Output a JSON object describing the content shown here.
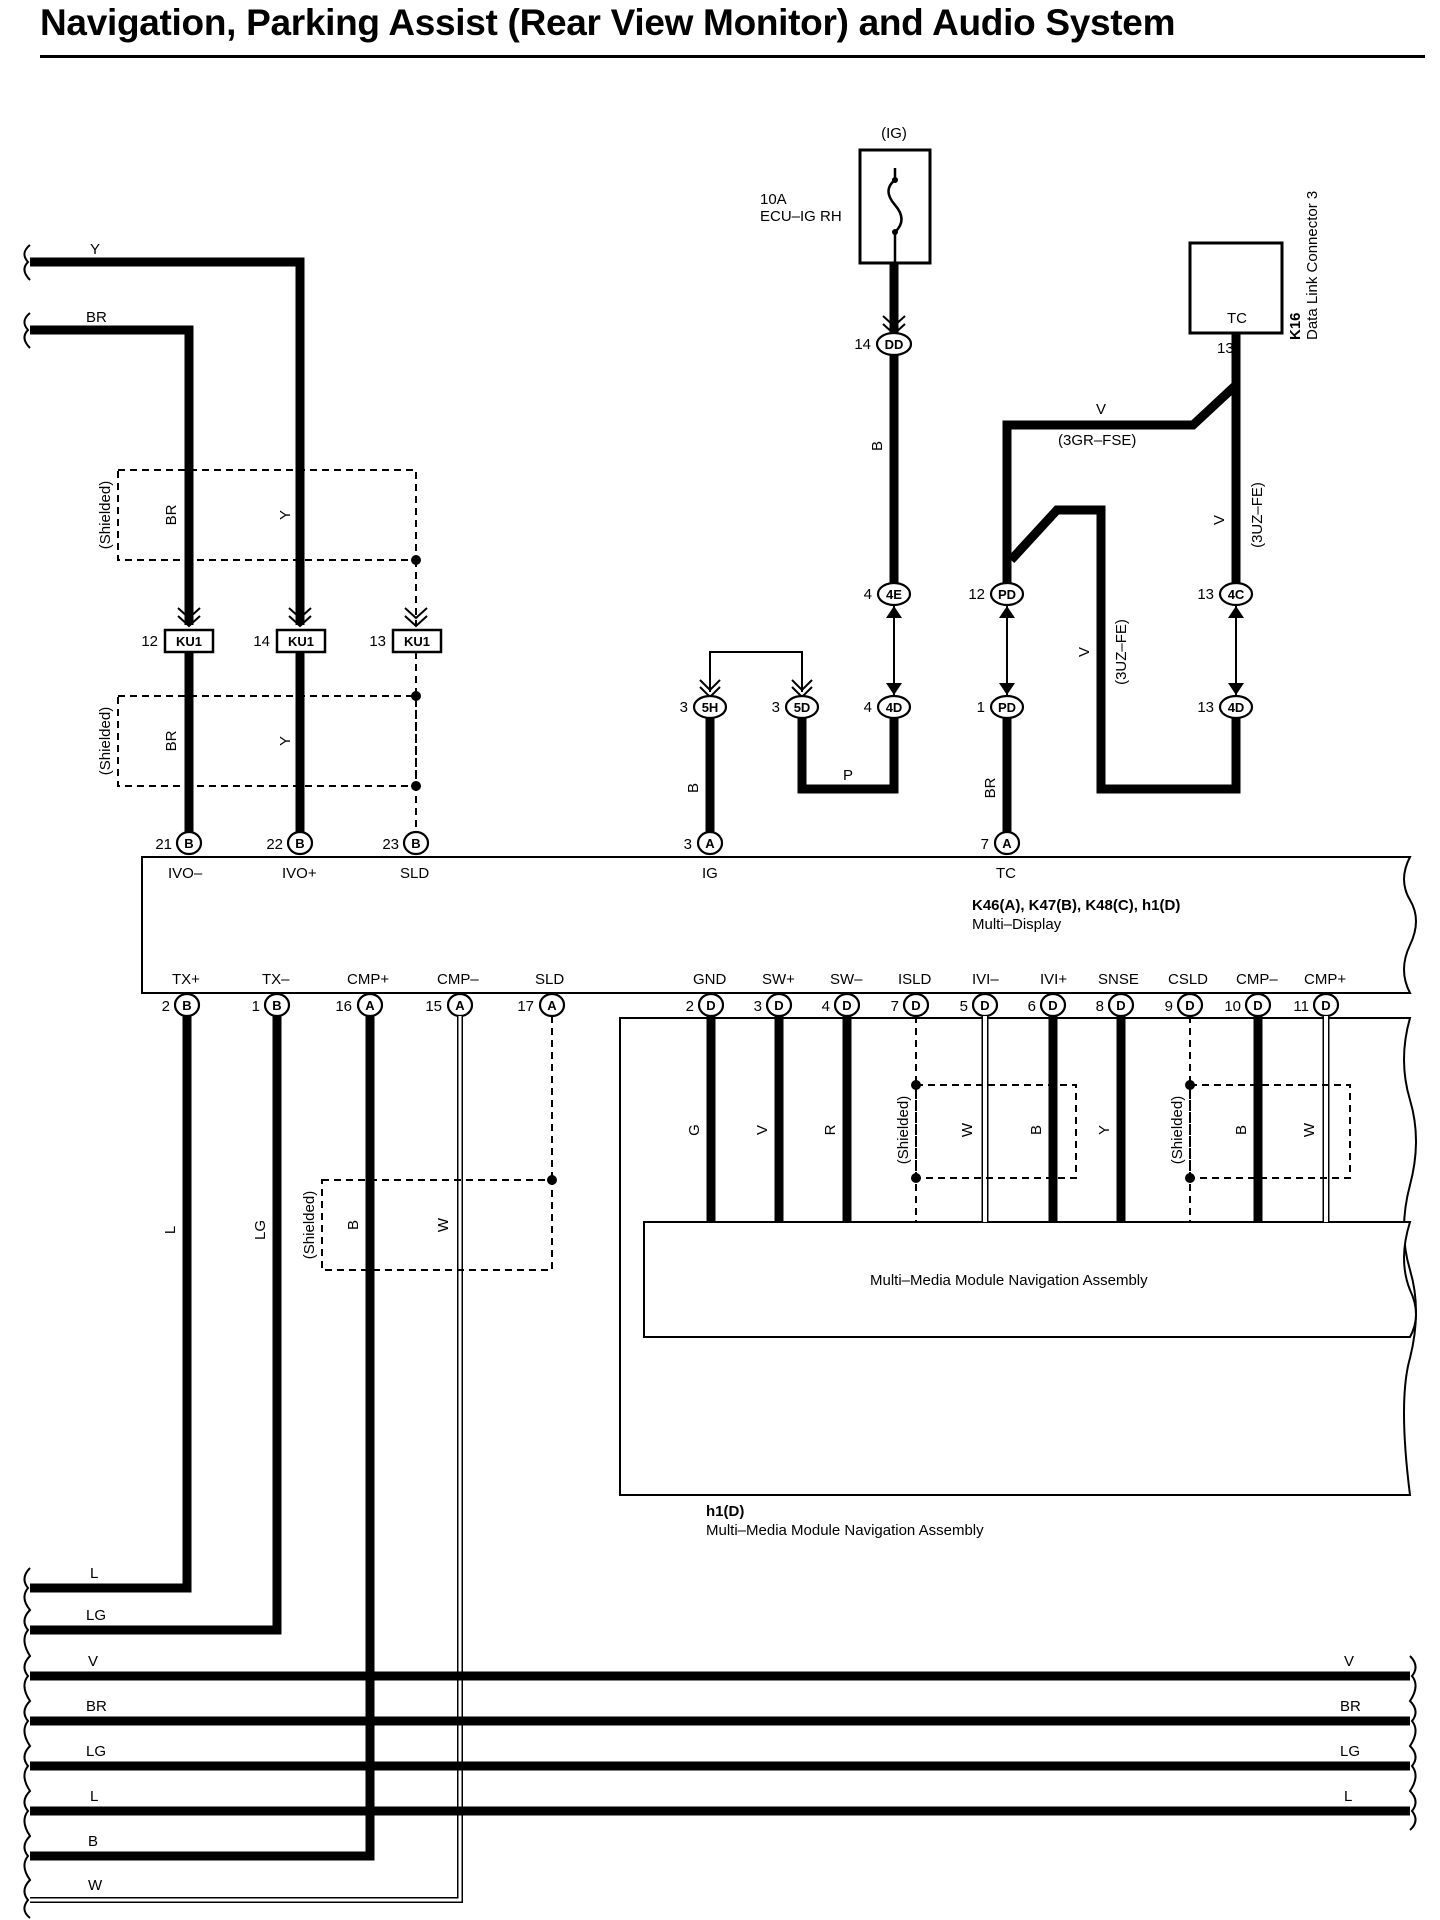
{
  "title": "Navigation, Parking Assist (Rear View Monitor) and Audio System",
  "fuse": {
    "rail": "(IG)",
    "rating": "10A",
    "name": "ECU–IG RH"
  },
  "dlc": {
    "pin_label": "TC",
    "pin_no": "13",
    "ref": "K16",
    "name": "Data Link Connector 3"
  },
  "shielded_label": "(Shielded)",
  "wire_colors": {
    "y": "Y",
    "br": "BR",
    "b": "B",
    "p": "P",
    "v": "V",
    "l": "L",
    "lg": "LG",
    "w": "W",
    "g": "G",
    "r": "R"
  },
  "variants": {
    "gr": "(3GR–FSE)",
    "uz": "(3UZ–FE)"
  },
  "connectors": {
    "ku1": "KU1",
    "dd": "DD",
    "e4": "4E",
    "d4": "4D",
    "h5": "5H",
    "d5": "5D",
    "pd": "PD",
    "c4": "4C",
    "a": "A",
    "b": "B",
    "d": "D"
  },
  "pin_numbers": {
    "n12": "12",
    "n14": "14",
    "n13": "13",
    "n21": "21",
    "n22": "22",
    "n23": "23",
    "n3": "3",
    "n7": "7",
    "n4": "4",
    "n1": "1",
    "n2": "2",
    "n16": "16",
    "n15": "15",
    "n17": "17",
    "n5": "5",
    "n6": "6",
    "n8": "8",
    "n9": "9",
    "n10": "10",
    "n11": "11"
  },
  "multi_display": {
    "connectors": "K46(A), K47(B), K48(C), h1(D)",
    "name": "Multi–Display",
    "top_terminals": [
      "IVO–",
      "IVO+",
      "SLD",
      "IG",
      "TC"
    ],
    "bottom_terminals": [
      "TX+",
      "TX–",
      "CMP+",
      "CMP–",
      "SLD",
      "GND",
      "SW+",
      "SW–",
      "ISLD",
      "IVI–",
      "IVI+",
      "SNSE",
      "CSLD",
      "CMP–",
      "CMP+"
    ]
  },
  "mm_module": {
    "inner_name": "Multi–Media Module Navigation Assembly",
    "connector": "h1(D)",
    "name": "Multi–Media Module Navigation Assembly"
  },
  "bus_wires": [
    "L",
    "LG",
    "V",
    "BR",
    "LG",
    "L",
    "B",
    "W"
  ],
  "bus_right": [
    "V",
    "BR",
    "LG",
    "L"
  ]
}
